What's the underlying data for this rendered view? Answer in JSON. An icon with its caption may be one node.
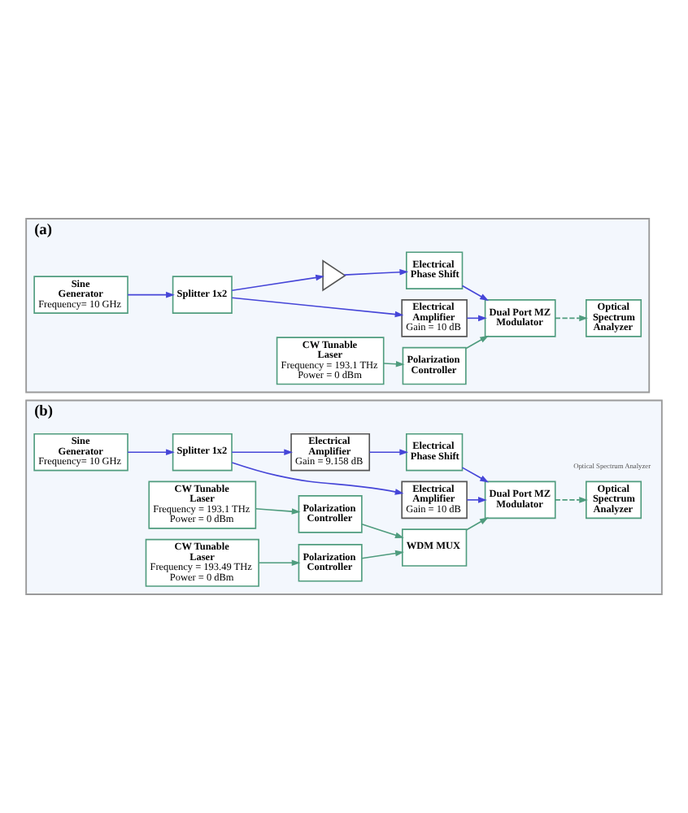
{
  "diagram": {
    "nodes": [
      {
        "text": [
          "(a)"
        ]
      },
      {
        "text": [
          "Sine Generator",
          "Frequency= 10 GHz"
        ],
        "in": 0
      },
      {
        "text": [
          "Splitter 1x2"
        ],
        "in": 0
      },
      {
        "text": [
          "Electrical Amplifier",
          "Gain = 10 dB"
        ],
        "in": 0
      },
      {
        "text": [
          "Optical Spectrum Analyzer"
        ],
        "in": 0
      },
      {
        "text": [
          "CW Tunable Laser",
          "Frequency = 193.1 THz",
          "Power = 0 dBm"
        ],
        "in": 0
      },
      {
        "text": [
          "Polarization Controller"
        ],
        "in": 0
      },
      {
        "text": [
          "Dual Port MZ Modulator"
        ],
        "in": 0
      },
      {
        "text": [],
        "shape": "triangle",
        "in": 0
      },
      {
        "text": [
          "Electrical Phase Shift"
        ],
        "in": 0
      },
      {
        "text": [
          "(b)"
        ]
      },
      {
        "text": [
          "Sine Generator",
          "Frequency= 10 GHz"
        ],
        "in": 10
      },
      {
        "text": [
          "Splitter 1x2"
        ],
        "in": 10
      },
      {
        "text": [
          "Electrical Amplifier",
          "Gain = 10 dB"
        ],
        "in": 10
      },
      {
        "text": [
          "Optical Spectrum Analyzer"
        ],
        "beside": [
          "Optical Spectrum Analyzer"
        ],
        "in": 10
      },
      {
        "text": [
          "CW Tunable Laser",
          "Frequency = 193.1 THz",
          "Power = 0 dBm"
        ],
        "in": 10
      },
      {
        "text": [
          "Polarization Controller"
        ],
        "in": 10
      },
      {
        "text": [
          "WDM MUX"
        ],
        "in": 10
      },
      {
        "text": [
          "Dual Port MZ Modulator"
        ],
        "in": 10
      },
      {
        "text": [
          "CW Tunable Laser",
          "Frequency = 193.49 THz",
          "Power = 0 dBm"
        ],
        "in": 10
      },
      {
        "text": [
          "Polarization Controller"
        ],
        "in": 10
      },
      {
        "text": [
          "Electrical Phase Shift"
        ],
        "in": 10
      },
      {
        "text": [
          "Electrical Amplifier",
          "Gain = 9.158 dB"
        ],
        "in": 10
      }
    ],
    "edges": [
      {
        "from": 1,
        "to": 2,
        "arrow": "to"
      },
      {
        "from": 2,
        "to": 3,
        "arrow": "to"
      },
      {
        "from": 3,
        "to": 7,
        "arrow": "to"
      },
      {
        "from": 2,
        "to": 8,
        "arrow": "to"
      },
      {
        "from": 8,
        "to": 9,
        "arrow": "to"
      },
      {
        "from": 9,
        "to": 7,
        "arrow": "to"
      },
      {
        "from": 5,
        "to": 6,
        "arrow": "to",
        "color": "#4f9c7e"
      },
      {
        "from": 6,
        "to": 7,
        "arrow": "to",
        "color": "#4f9c7e"
      },
      {
        "from": 7,
        "to": 4,
        "arrow": "to",
        "style": "dashed",
        "color": "#4f9c7e"
      },
      {
        "from": 11,
        "to": 12,
        "arrow": "to"
      },
      {
        "from": 12,
        "to": 13,
        "arrow": "to"
      },
      {
        "from": 13,
        "to": 18,
        "arrow": "to"
      },
      {
        "from": 12,
        "to": 22,
        "arrow": "to"
      },
      {
        "from": 22,
        "to": 21,
        "arrow": "to"
      },
      {
        "from": 21,
        "to": 18,
        "arrow": "to"
      },
      {
        "from": 15,
        "to": 16,
        "arrow": "to",
        "color": "#4f9c7e"
      },
      {
        "from": 16,
        "to": 17,
        "arrow": "to",
        "color": "#4f9c7e"
      },
      {
        "from": 19,
        "to": 20,
        "arrow": "to",
        "color": "#4f9c7e"
      },
      {
        "from": 20,
        "to": 17,
        "arrow": "to",
        "color": "#4f9c7e"
      },
      {
        "from": 17,
        "to": 18,
        "arrow": "to",
        "color": "#4f9c7e"
      },
      {
        "from": 18,
        "to": 14,
        "arrow": "to",
        "style": "dashed",
        "color": "#4f9c7e"
      }
    ]
  }
}
